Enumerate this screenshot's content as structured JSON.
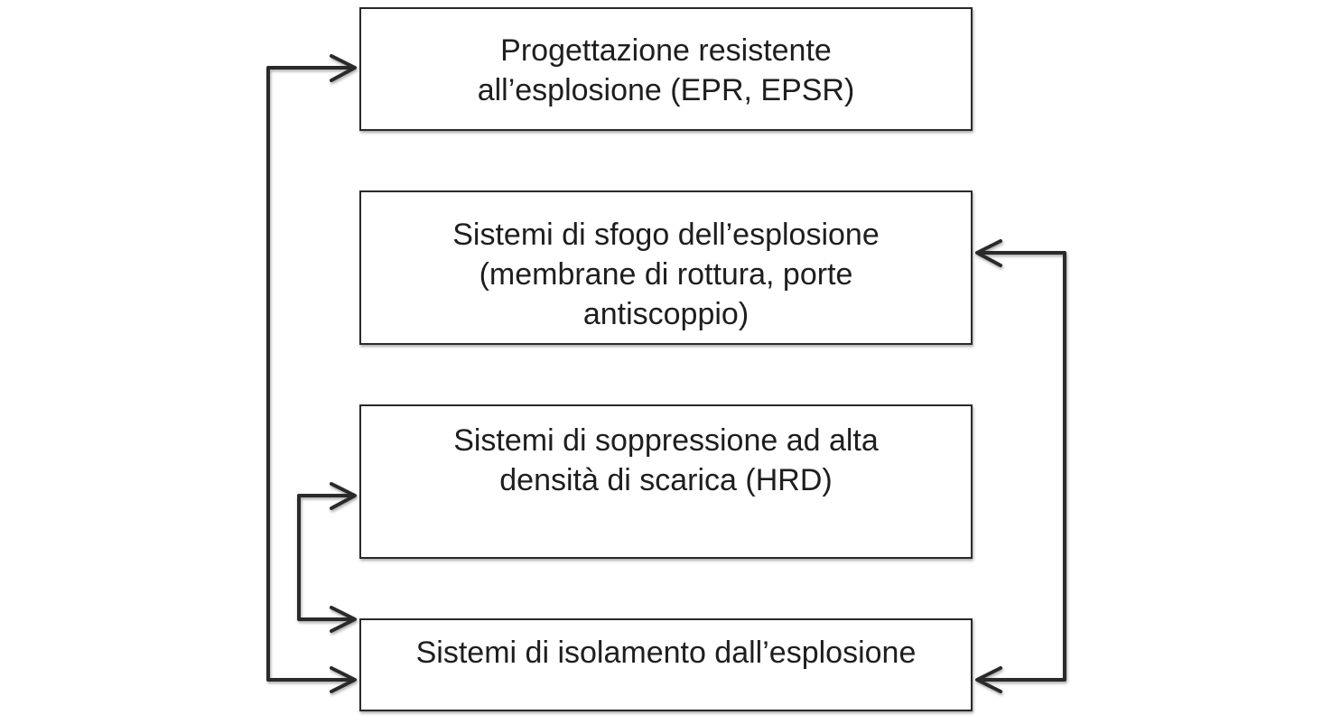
{
  "diagram": {
    "colors": {
      "stroke": "#2a2a2a",
      "text": "#1e1e1e",
      "background": "#ffffff"
    },
    "boxes": [
      {
        "id": "epr-epsr",
        "lines": [
          "Progettazione resistente",
          "all’esplosione (EPR, EPSR)"
        ]
      },
      {
        "id": "venting",
        "lines": [
          "Sistemi di sfogo dell’esplosione",
          "(membrane di rottura, porte",
          "antiscoppio)"
        ]
      },
      {
        "id": "hrd",
        "lines": [
          "Sistemi di soppressione ad alta",
          "densità di scarica (HRD)"
        ]
      },
      {
        "id": "isolation",
        "lines": [
          "Sistemi di isolamento dall’esplosione"
        ]
      }
    ],
    "connectors": [
      {
        "from": "isolation",
        "to": "epr-epsr",
        "side": "left",
        "direction": "both"
      },
      {
        "from": "isolation",
        "to": "hrd",
        "side": "left",
        "direction": "both"
      },
      {
        "from": "isolation",
        "to": "venting",
        "side": "right",
        "direction": "both"
      }
    ]
  }
}
